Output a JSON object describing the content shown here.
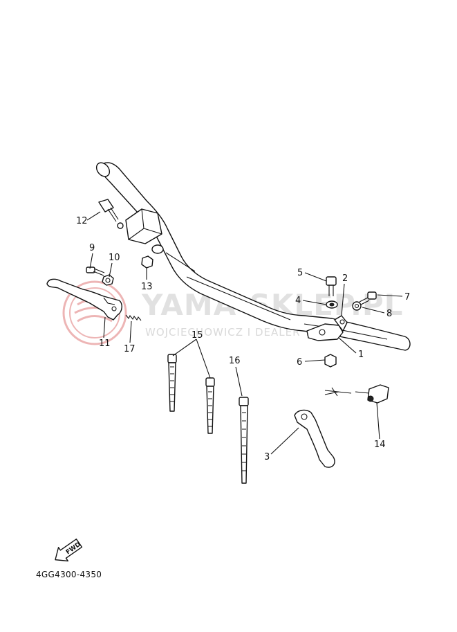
{
  "diagram": {
    "part_code": "4GG4300-4350",
    "fwd_label": "FWD",
    "watermark": {
      "title": "YAMA-SKLEP.PL",
      "subtitle": "WOJCIECHOWICZ I DEALER YAMAHA"
    },
    "callouts": [
      "12",
      "9",
      "10",
      "13",
      "11",
      "17",
      "5",
      "2",
      "4",
      "7",
      "8",
      "1",
      "6",
      "15",
      "16",
      "14",
      "3"
    ]
  }
}
